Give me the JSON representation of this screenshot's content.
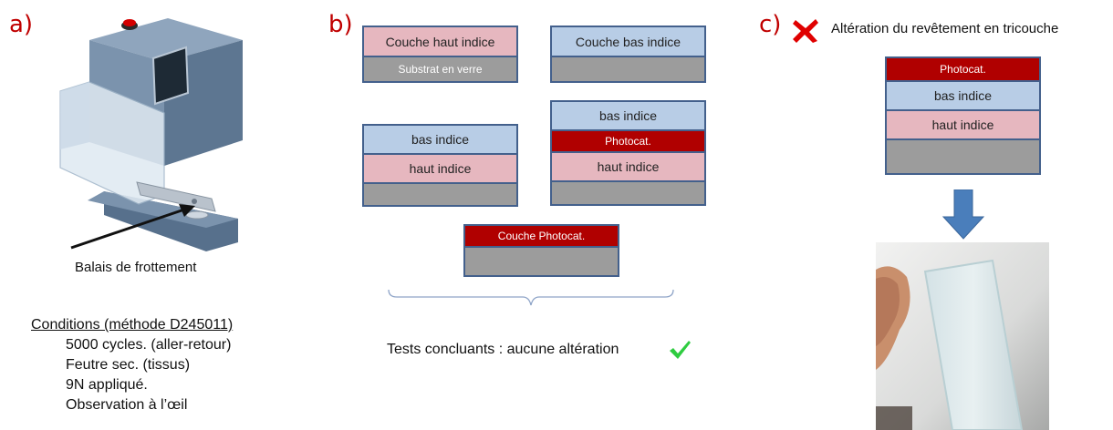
{
  "panels": {
    "a": {
      "label": "a)",
      "caption": "Balais de frottement",
      "conditions": {
        "title": "Conditions (méthode D245011)",
        "items": [
          "5000 cycles. (aller-retour)",
          "Feutre sec. (tissus)",
          "9N appliqué.",
          "Observation à l’œil"
        ]
      }
    },
    "b": {
      "label": "b)",
      "stacks": [
        {
          "name": "stack-high-on-glass",
          "layers": [
            {
              "type": "high",
              "text": "Couche haut indice"
            },
            {
              "type": "glass",
              "text": "Substrat en verre"
            }
          ]
        },
        {
          "name": "stack-low-on-glass",
          "layers": [
            {
              "type": "low",
              "text": "Couche bas indice"
            },
            {
              "type": "empty",
              "text": ""
            }
          ]
        },
        {
          "name": "stack-bilayer",
          "layers": [
            {
              "type": "low",
              "text": "bas indice"
            },
            {
              "type": "high",
              "text": "haut indice"
            },
            {
              "type": "empty",
              "text": ""
            }
          ]
        },
        {
          "name": "stack-photocat-middle",
          "layers": [
            {
              "type": "low",
              "text": "bas indice"
            },
            {
              "type": "photo",
              "text": "Photocat."
            },
            {
              "type": "high",
              "text": "haut indice"
            },
            {
              "type": "empty",
              "text": ""
            }
          ]
        },
        {
          "name": "stack-photocat-on-glass",
          "layers": [
            {
              "type": "photo",
              "text": "Couche Photocat."
            },
            {
              "type": "empty",
              "text": ""
            }
          ]
        }
      ],
      "conclusion": "Tests concluants : aucune altération"
    },
    "c": {
      "label": "c)",
      "title": "Altération du revêtement en tricouche",
      "stack": {
        "name": "stack-tricouche",
        "layers": [
          {
            "type": "photo",
            "text": "Photocat."
          },
          {
            "type": "low",
            "text": "bas indice"
          },
          {
            "type": "high",
            "text": "haut indice"
          },
          {
            "type": "empty",
            "text": ""
          }
        ]
      }
    }
  },
  "colors": {
    "high_index": "#e6b7bf",
    "low_index": "#b8cde6",
    "photocat": "#b00000",
    "substrate": "#9c9c9c",
    "box_border": "#43608c",
    "panel_label": "#c00000",
    "check": "#2ecc40",
    "cross": "#e00000",
    "arrow": "#4a7ebb"
  },
  "icons": {
    "success": "check-icon",
    "failure": "cross-icon",
    "flow": "down-arrow-icon"
  }
}
